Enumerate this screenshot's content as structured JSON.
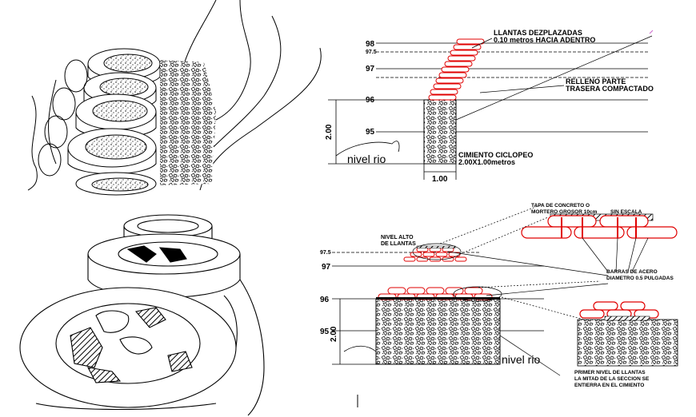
{
  "top_section": {
    "levels": [
      "98",
      "97.5",
      "97",
      "96",
      "95"
    ],
    "height_dim": "2.00",
    "width_dim": "1.00",
    "river_label": "nivel rio",
    "note_tires": [
      "LLANTAS DEZPLAZADAS",
      "0.10 metros HACIA ADENTRO"
    ],
    "note_fill": [
      "RELLENO PARTE",
      "TRASERA COMPACTADO"
    ],
    "note_found": [
      "CIMIENTO CICLOPEO",
      "2.00X1.00metros"
    ]
  },
  "bottom_section": {
    "levels": [
      "97.5",
      "97",
      "96",
      "95"
    ],
    "height_dim": "2.00",
    "river_label": "nivel rio",
    "note_high": [
      "NIVEL ALTO",
      "DE LLANTAS"
    ],
    "note_cap": [
      "TAPA DE CONCRETO O",
      "MORTERO GROSOR 10cm"
    ],
    "note_scale": "SIN ESCALA",
    "note_bars": [
      "BARRAS DE ACERO",
      "DIAMETRO 0.5 PULGADAS"
    ],
    "note_first": [
      "PRIMER NIVEL DE LLANTAS",
      "LA MITAD DE LA SECCION SE",
      "ENTIERRA EN EL CIMIENTO"
    ]
  },
  "colors": {
    "ink": "#000000",
    "tire_red": "#e00000",
    "accent": "#cc66cc"
  }
}
